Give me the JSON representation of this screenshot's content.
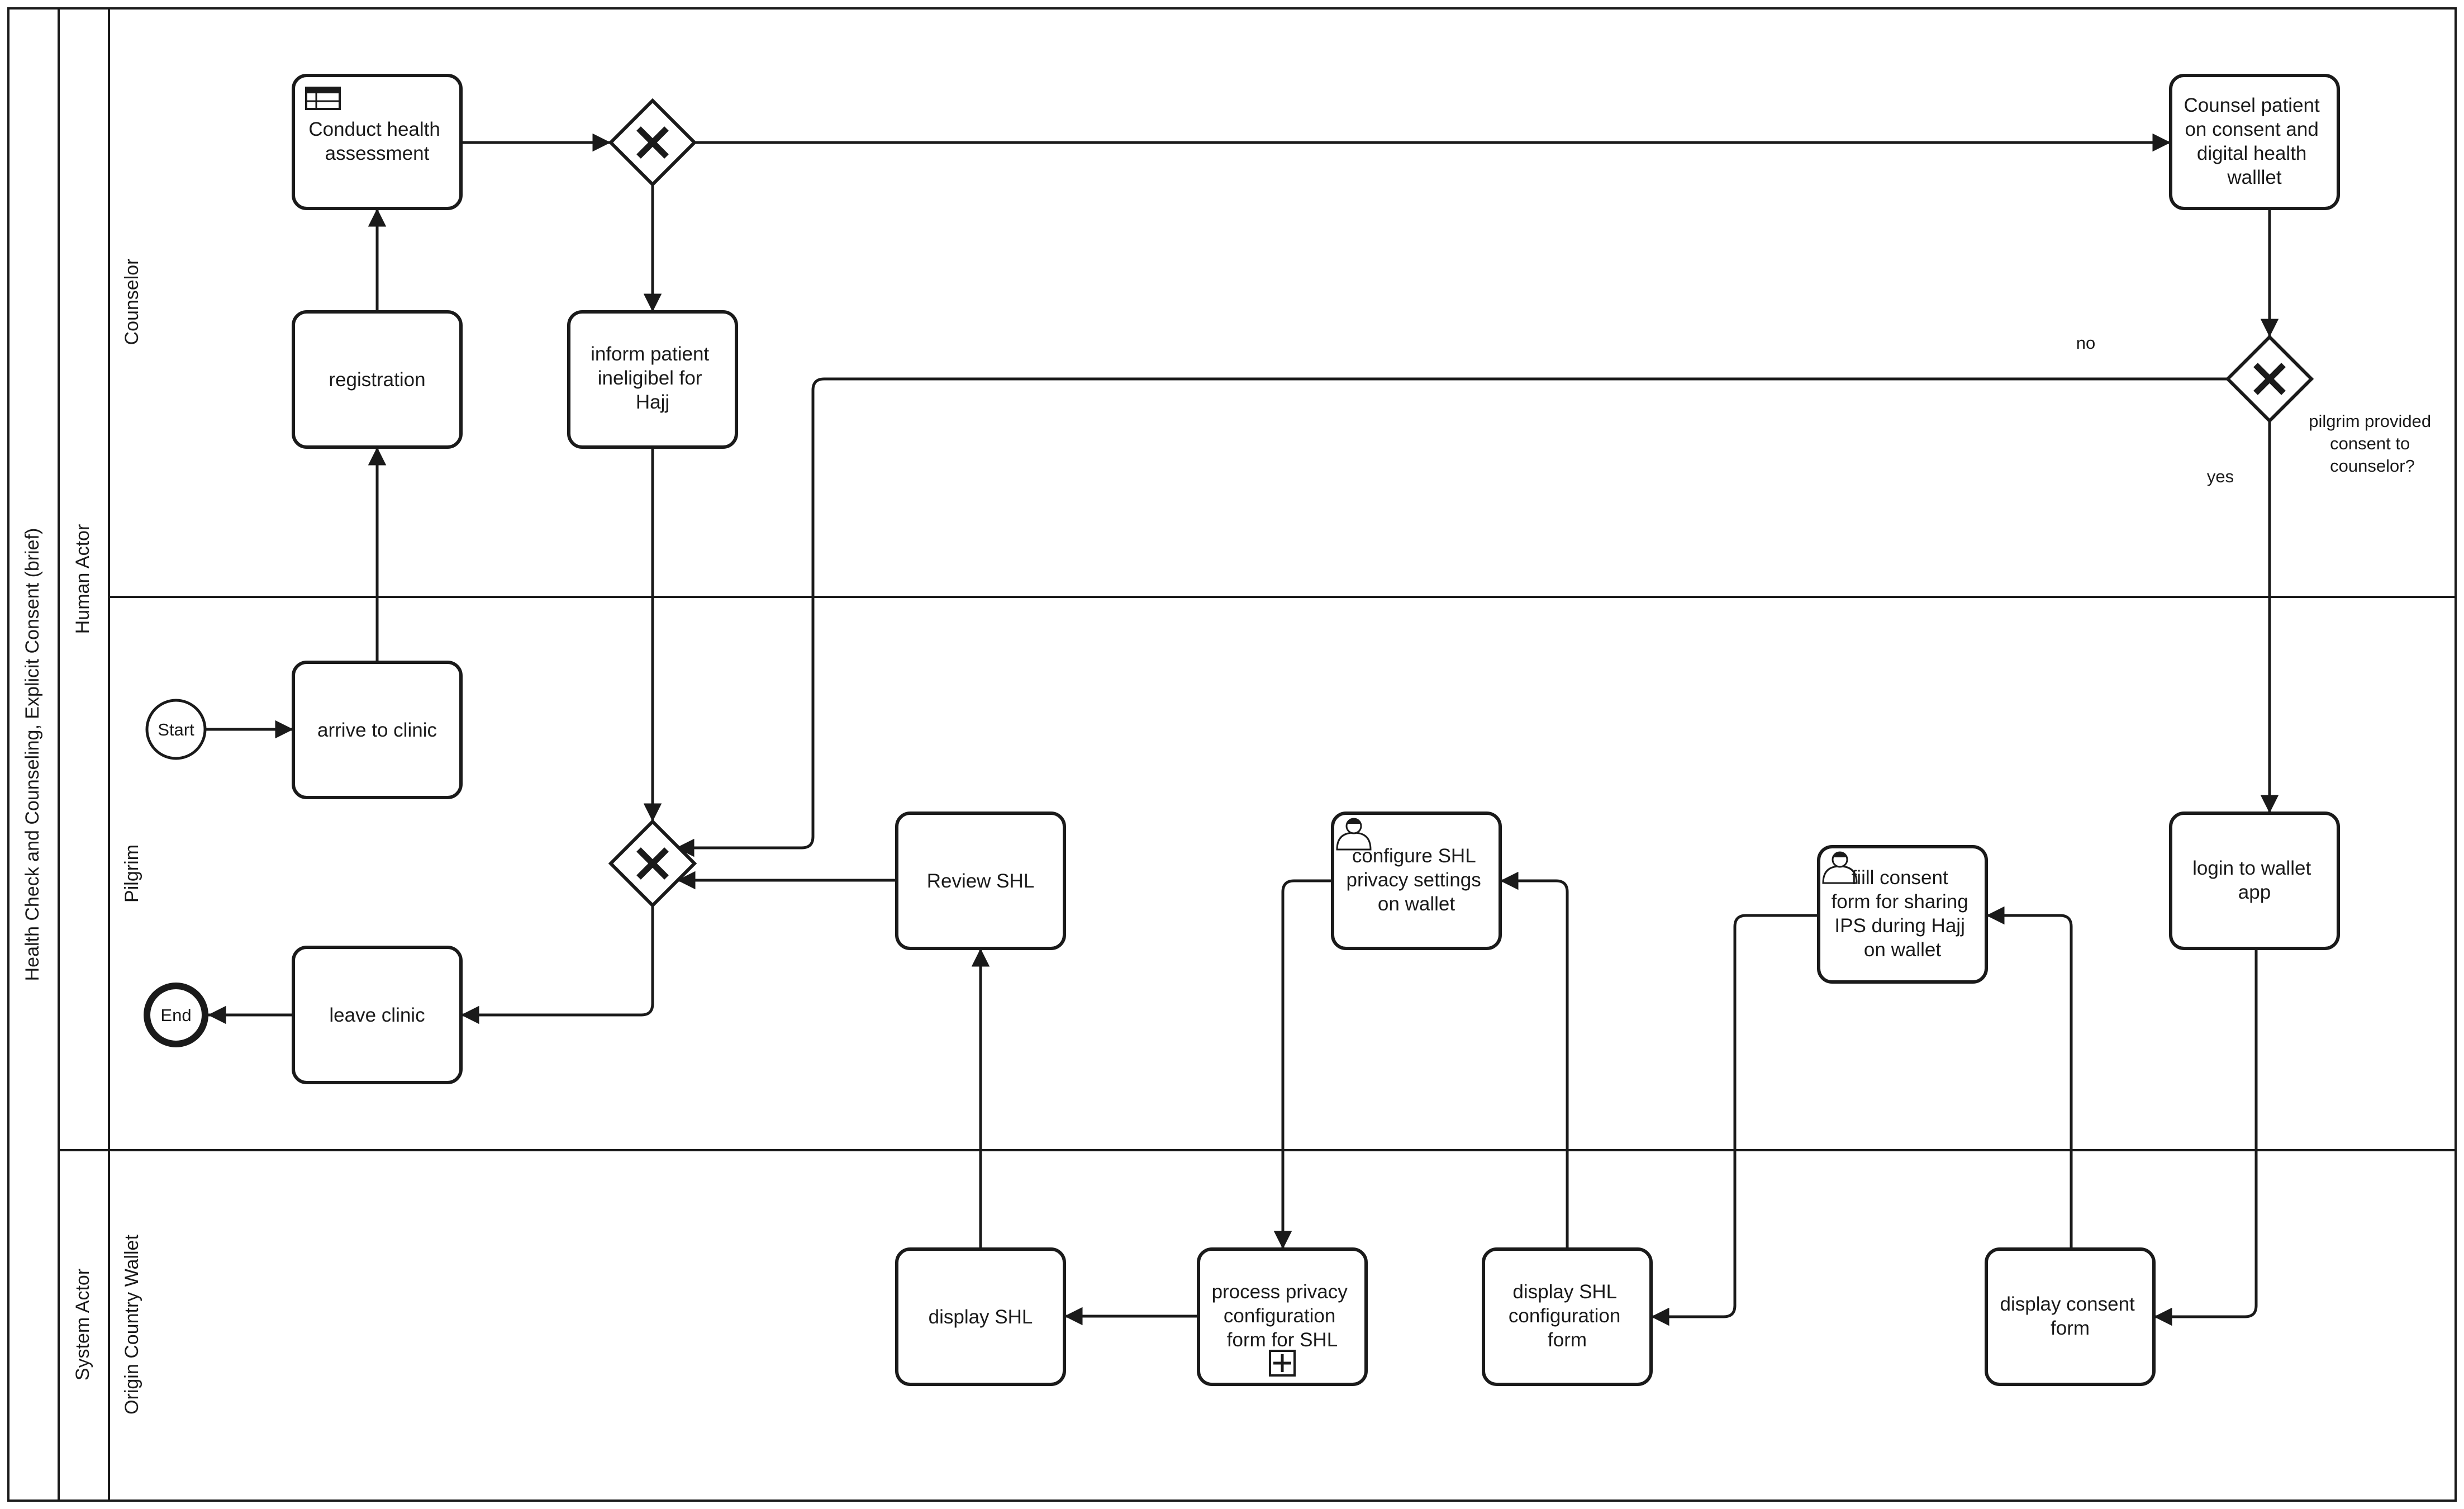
{
  "pool": {
    "title": "Health Check and Counseling, Explicit Consent (brief)"
  },
  "lanes": {
    "human_actor": "Human Actor",
    "system_actor": "System Actor",
    "counselor": "Counselor",
    "pilgrim": "Pilgrim",
    "origin_wallet": "Origin Country Wallet"
  },
  "events": {
    "start": "Start",
    "end": "End"
  },
  "tasks": {
    "conduct_assessment": [
      "Conduct health",
      "assessment"
    ],
    "registration": [
      "registration"
    ],
    "inform_ineligible": [
      "inform patient",
      "ineligibel for",
      "Hajj"
    ],
    "counsel_patient": [
      "Counsel patient",
      "on consent and",
      "digital health",
      "walllet"
    ],
    "arrive_clinic": [
      "arrive to clinic"
    ],
    "leave_clinic": [
      "leave clinic"
    ],
    "review_shl": [
      "Review SHL"
    ],
    "configure_shl": [
      "configure SHL",
      "privacy settings",
      "on wallet"
    ],
    "fill_consent": [
      "fiill consent",
      "form for sharing",
      "IPS during Hajj",
      "on wallet"
    ],
    "login_wallet": [
      "login to wallet",
      "app"
    ],
    "display_shl": [
      "display SHL"
    ],
    "process_privacy": [
      "process privacy",
      "configuration",
      "form for SHL"
    ],
    "display_shl_config": [
      "display SHL",
      "configuration",
      "form"
    ],
    "display_consent": [
      "display consent",
      "form"
    ]
  },
  "flow_labels": {
    "no": "no",
    "yes": "yes",
    "consent_question": [
      "pilgrim provided",
      "consent to",
      "counselor?"
    ]
  },
  "colors": {
    "stroke": "#1a1a1a",
    "background": "#ffffff"
  },
  "icons": {
    "conduct_assessment": "business-rule-table-icon",
    "configure_shl": "user-task-icon",
    "fill_consent": "user-task-icon",
    "process_privacy": "subprocess-plus-icon"
  }
}
